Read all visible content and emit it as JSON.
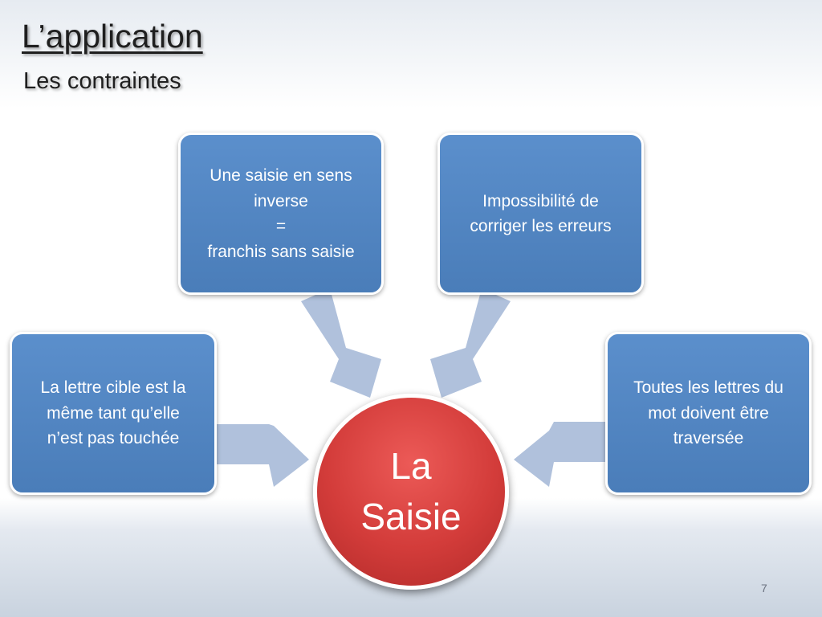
{
  "slide": {
    "title": "L’application",
    "subtitle": "Les contraintes",
    "page_number": "7"
  },
  "diagram": {
    "center": {
      "lines": [
        "La",
        "Saisie"
      ]
    },
    "nodes": [
      {
        "id": "top-left",
        "lines": [
          "Une saisie en sens",
          "inverse",
          "=",
          "franchis sans saisie"
        ]
      },
      {
        "id": "top-right",
        "lines": [
          "Impossibilité de",
          "corriger les erreurs"
        ]
      },
      {
        "id": "left",
        "lines": [
          "La lettre cible est la",
          "même tant qu’elle",
          "n’est pas touchée"
        ]
      },
      {
        "id": "right",
        "lines": [
          "Toutes les lettres du",
          "mot doivent être",
          "traversée"
        ]
      }
    ],
    "colors": {
      "node": "#4f81bd",
      "center": "#d9403e",
      "arrow": "#b0c1dc",
      "node_border": "#ffffff"
    }
  }
}
